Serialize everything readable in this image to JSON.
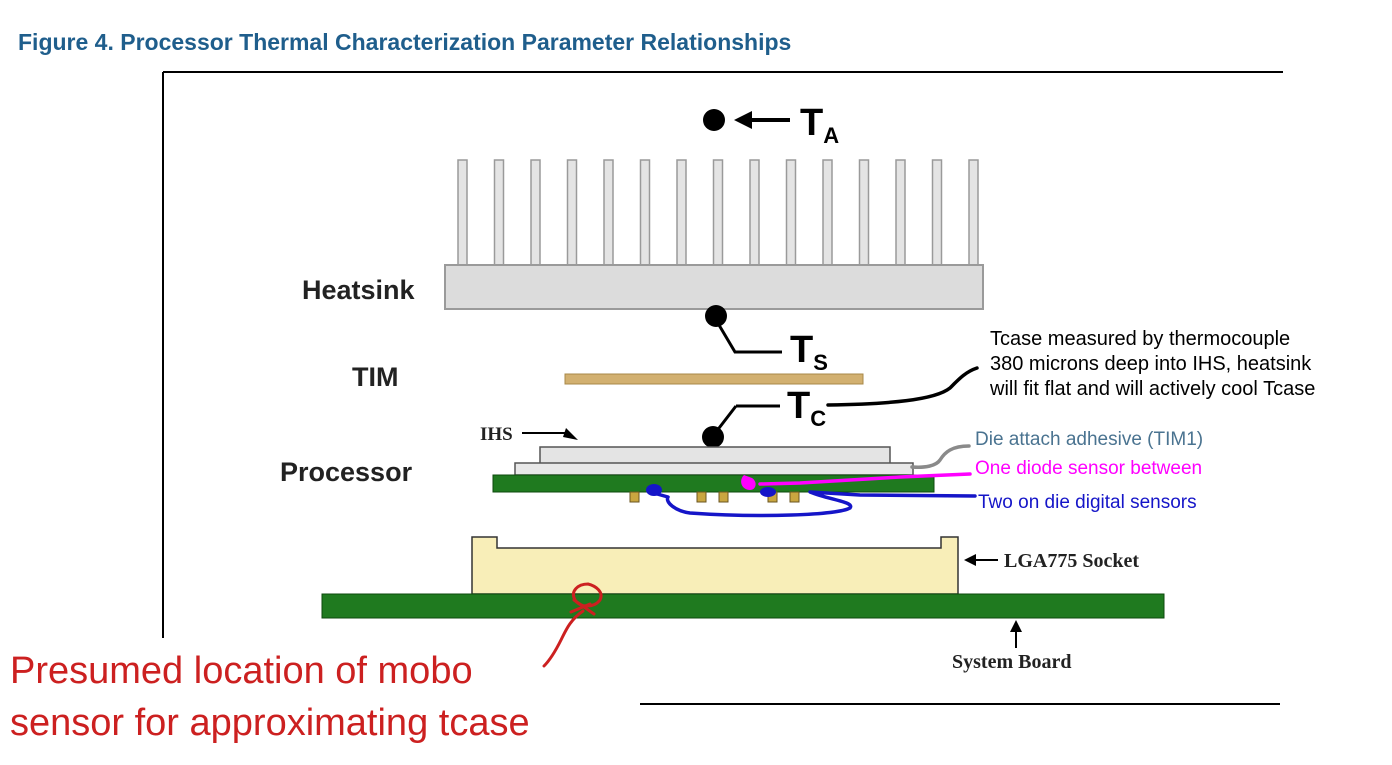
{
  "figure": {
    "title": "Figure 4. Processor Thermal Characterization Parameter Relationships",
    "title_color": "#1f5e8c"
  },
  "labels": {
    "heatsink": "Heatsink",
    "tim": "TIM",
    "processor": "Processor",
    "ihs": "IHS",
    "lga_socket": "LGA775 Socket",
    "system_board": "System Board"
  },
  "temperature_points": {
    "ta": {
      "base": "T",
      "sub": "A"
    },
    "ts": {
      "base": "T",
      "sub": "S"
    },
    "tc": {
      "base": "T",
      "sub": "C"
    }
  },
  "annotations": {
    "tcase_note": [
      "Tcase measured by thermocouple",
      "380 microns deep into IHS, heatsink",
      "will fit flat and will actively cool Tcase"
    ],
    "die_attach": "Die attach adhesive (TIM1)",
    "diode_sensor": "One diode sensor between",
    "digital_sensors": "Two on die digital sensors",
    "mobo_sensor": [
      "Presumed location of mobo",
      "sensor for approximating tcase"
    ]
  },
  "colors": {
    "heatsink": "#dcdcdc",
    "tim": "#d2b070",
    "ihs": "#e4e4e4",
    "pcb": "#1f7a1f",
    "socket": "#f8eeb8",
    "die_attach_note": "#4a7390",
    "diode_note": "#ff00ff",
    "digital_note": "#1515c8",
    "mobo_note": "#cc2020"
  }
}
